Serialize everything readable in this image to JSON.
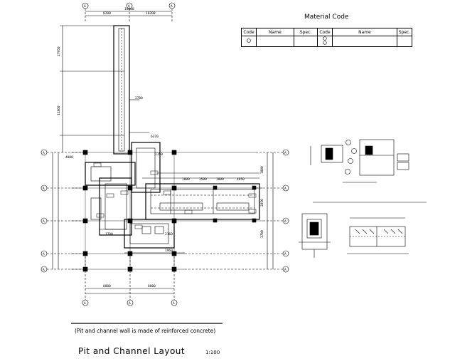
{
  "layout_title": "Pit and Channel Layout",
  "scale": "1:100",
  "note": "(Pit and channel wall is made of reinforced concrete)",
  "material_code": {
    "title": "Material Code",
    "headers": [
      "Code",
      "Name",
      "Spec.",
      "Code",
      "Name",
      "Spec."
    ]
  },
  "axis_bubble_label": "A",
  "dimensions": {
    "top_total": "18000",
    "top_left": "8200",
    "top_right": "10200",
    "bottom_left": "8000",
    "bottom_right": "8000",
    "left_upper": "27950",
    "left_lower": "12860",
    "channel_1": "1800",
    "channel_2": "3500",
    "channel_3": "1800",
    "channel_4": "4850",
    "pit_width": "1150",
    "pit_depth": "2780",
    "mid_span": "6370",
    "side_span": "4000",
    "side_right_1": "3800",
    "side_right_2": "2850",
    "side_right_3": "3700",
    "lower_span": "1960",
    "pit_bottom": "1700",
    "pit_right": "2160"
  }
}
